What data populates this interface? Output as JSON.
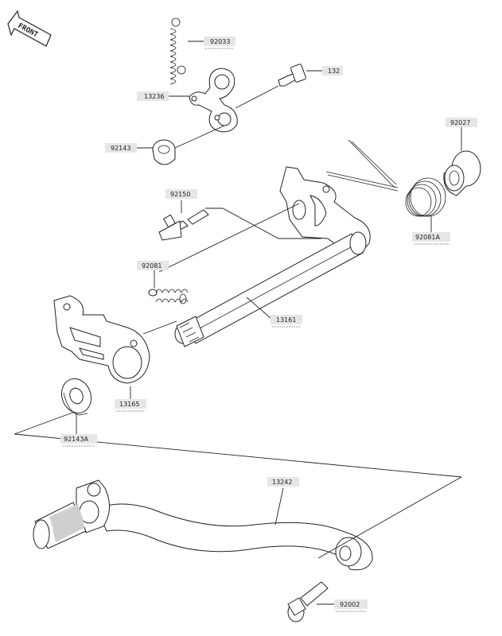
{
  "front_marker": {
    "label": "FRONT"
  },
  "parts": [
    {
      "id": "part-92033",
      "label": "92033"
    },
    {
      "id": "part-132",
      "label": "132"
    },
    {
      "id": "part-13236",
      "label": "13236"
    },
    {
      "id": "part-92143",
      "label": "92143"
    },
    {
      "id": "part-92027",
      "label": "92027"
    },
    {
      "id": "part-92150",
      "label": "92150"
    },
    {
      "id": "part-92081a",
      "label": "92081A"
    },
    {
      "id": "part-92081",
      "label": "92081"
    },
    {
      "id": "part-13161",
      "label": "13161"
    },
    {
      "id": "part-13165",
      "label": "13165"
    },
    {
      "id": "part-92143a",
      "label": "92143A"
    },
    {
      "id": "part-13242",
      "label": "13242"
    },
    {
      "id": "part-92002",
      "label": "92002"
    }
  ],
  "colors": {
    "line": "#222222",
    "label_bg": "#e6e6e6",
    "shade": "#cfcfcf",
    "background": "#ffffff"
  }
}
